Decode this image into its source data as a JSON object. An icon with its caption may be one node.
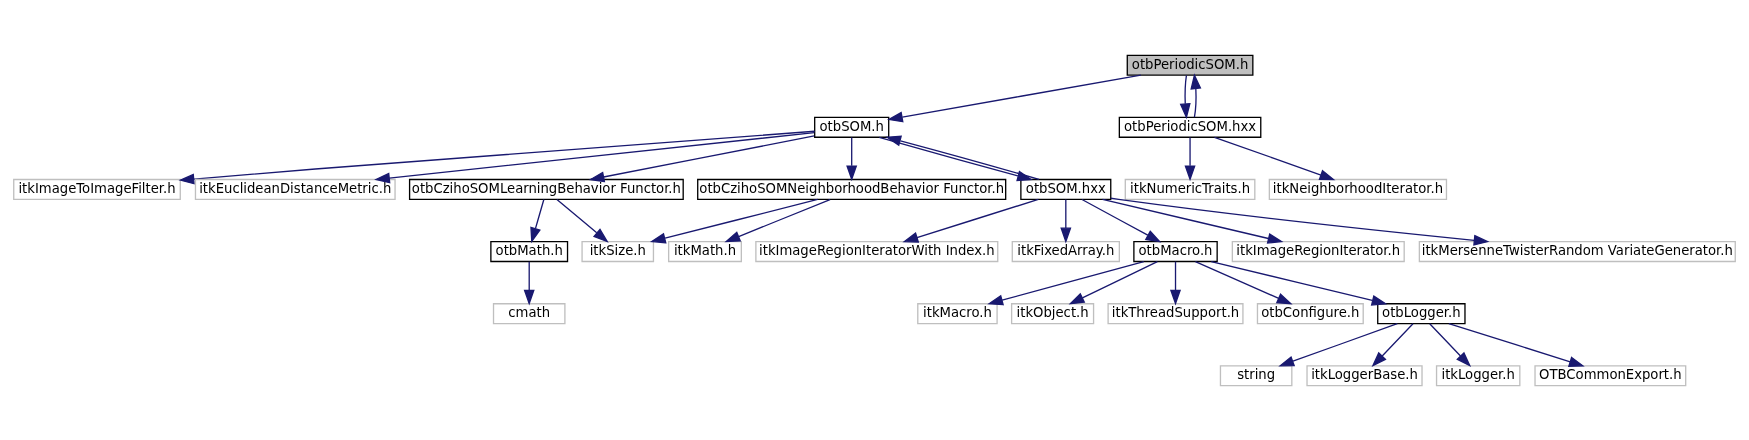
{
  "diagram": {
    "nodes": [
      {
        "text": [
          "otbPeriodicSOM.h"
        ]
      },
      {
        "text": [
          "otbSOM.h"
        ]
      },
      {
        "text": [
          "otbPeriodicSOM.hxx"
        ]
      },
      {
        "text": [
          "itkImageToImageFilter.h"
        ]
      },
      {
        "text": [
          "itkEuclideanDistanceMetric.h"
        ]
      },
      {
        "text": [
          "otbCzihoSOMLearningBehavior Functor.h"
        ]
      },
      {
        "text": [
          "otbCzihoSOMNeighborhoodBehavior Functor.h"
        ]
      },
      {
        "text": [
          "otbSOM.hxx"
        ]
      },
      {
        "text": [
          "itkNumericTraits.h"
        ]
      },
      {
        "text": [
          "itkNeighborhoodIterator.h"
        ]
      },
      {
        "text": [
          "otbMath.h"
        ]
      },
      {
        "text": [
          "itkSize.h"
        ]
      },
      {
        "text": [
          "itkMath.h"
        ]
      },
      {
        "text": [
          "itkImageRegionIteratorWith Index.h"
        ]
      },
      {
        "text": [
          "itkFixedArray.h"
        ]
      },
      {
        "text": [
          "otbMacro.h"
        ]
      },
      {
        "text": [
          "itkImageRegionIterator.h"
        ]
      },
      {
        "text": [
          "itkMersenneTwisterRandom VariateGenerator.h"
        ]
      },
      {
        "text": [
          "cmath"
        ]
      },
      {
        "text": [
          "itkMacro.h"
        ]
      },
      {
        "text": [
          "itkObject.h"
        ]
      },
      {
        "text": [
          "itkThreadSupport.h"
        ]
      },
      {
        "text": [
          "otbConfigure.h"
        ]
      },
      {
        "text": [
          "otbLogger.h"
        ]
      },
      {
        "text": [
          "string"
        ]
      },
      {
        "text": [
          "itkLoggerBase.h"
        ]
      },
      {
        "text": [
          "itkLogger.h"
        ]
      },
      {
        "text": [
          "OTBCommonExport.h"
        ]
      }
    ],
    "edges": [
      {
        "from": 0,
        "to": 1,
        "arrow": "to"
      },
      {
        "from": 0,
        "to": 2,
        "arrow": "to"
      },
      {
        "from": 2,
        "to": 0,
        "arrow": "to"
      },
      {
        "from": 1,
        "to": 3,
        "arrow": "to"
      },
      {
        "from": 1,
        "to": 4,
        "arrow": "to"
      },
      {
        "from": 1,
        "to": 5,
        "arrow": "to"
      },
      {
        "from": 1,
        "to": 6,
        "arrow": "to"
      },
      {
        "from": 1,
        "to": 7,
        "arrow": "to"
      },
      {
        "from": 7,
        "to": 1,
        "arrow": "to"
      },
      {
        "from": 2,
        "to": 8,
        "arrow": "to"
      },
      {
        "from": 2,
        "to": 9,
        "arrow": "to"
      },
      {
        "from": 5,
        "to": 10,
        "arrow": "to"
      },
      {
        "from": 5,
        "to": 11,
        "arrow": "to"
      },
      {
        "from": 6,
        "to": 11,
        "arrow": "to"
      },
      {
        "from": 6,
        "to": 12,
        "arrow": "to"
      },
      {
        "from": 7,
        "to": 13,
        "arrow": "to"
      },
      {
        "from": 7,
        "to": 14,
        "arrow": "to"
      },
      {
        "from": 7,
        "to": 15,
        "arrow": "to"
      },
      {
        "from": 7,
        "to": 16,
        "arrow": "to"
      },
      {
        "from": 7,
        "to": 17,
        "arrow": "to"
      },
      {
        "from": 10,
        "to": 18,
        "arrow": "to"
      },
      {
        "from": 15,
        "to": 19,
        "arrow": "to"
      },
      {
        "from": 15,
        "to": 20,
        "arrow": "to"
      },
      {
        "from": 15,
        "to": 21,
        "arrow": "to"
      },
      {
        "from": 15,
        "to": 22,
        "arrow": "to"
      },
      {
        "from": 15,
        "to": 23,
        "arrow": "to"
      },
      {
        "from": 23,
        "to": 24,
        "arrow": "to"
      },
      {
        "from": 23,
        "to": 25,
        "arrow": "to"
      },
      {
        "from": 23,
        "to": 26,
        "arrow": "to"
      },
      {
        "from": 23,
        "to": 27,
        "arrow": "to"
      }
    ]
  }
}
